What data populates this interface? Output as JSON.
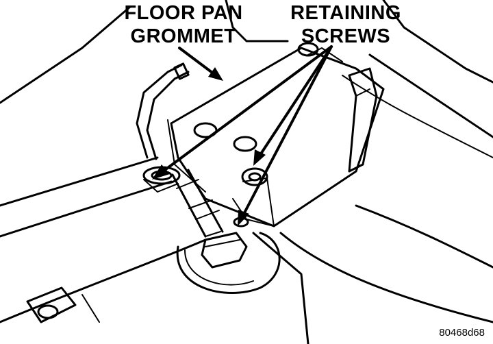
{
  "labels": {
    "floor_pan_grommet": {
      "line1": "FLOOR PAN",
      "line2": "GROMMET"
    },
    "retaining_screws": {
      "line1": "RETAINING",
      "line2": "SCREWS"
    }
  },
  "figure_id": "80468d68",
  "colors": {
    "ink": "#000000",
    "paper": "#ffffff"
  }
}
